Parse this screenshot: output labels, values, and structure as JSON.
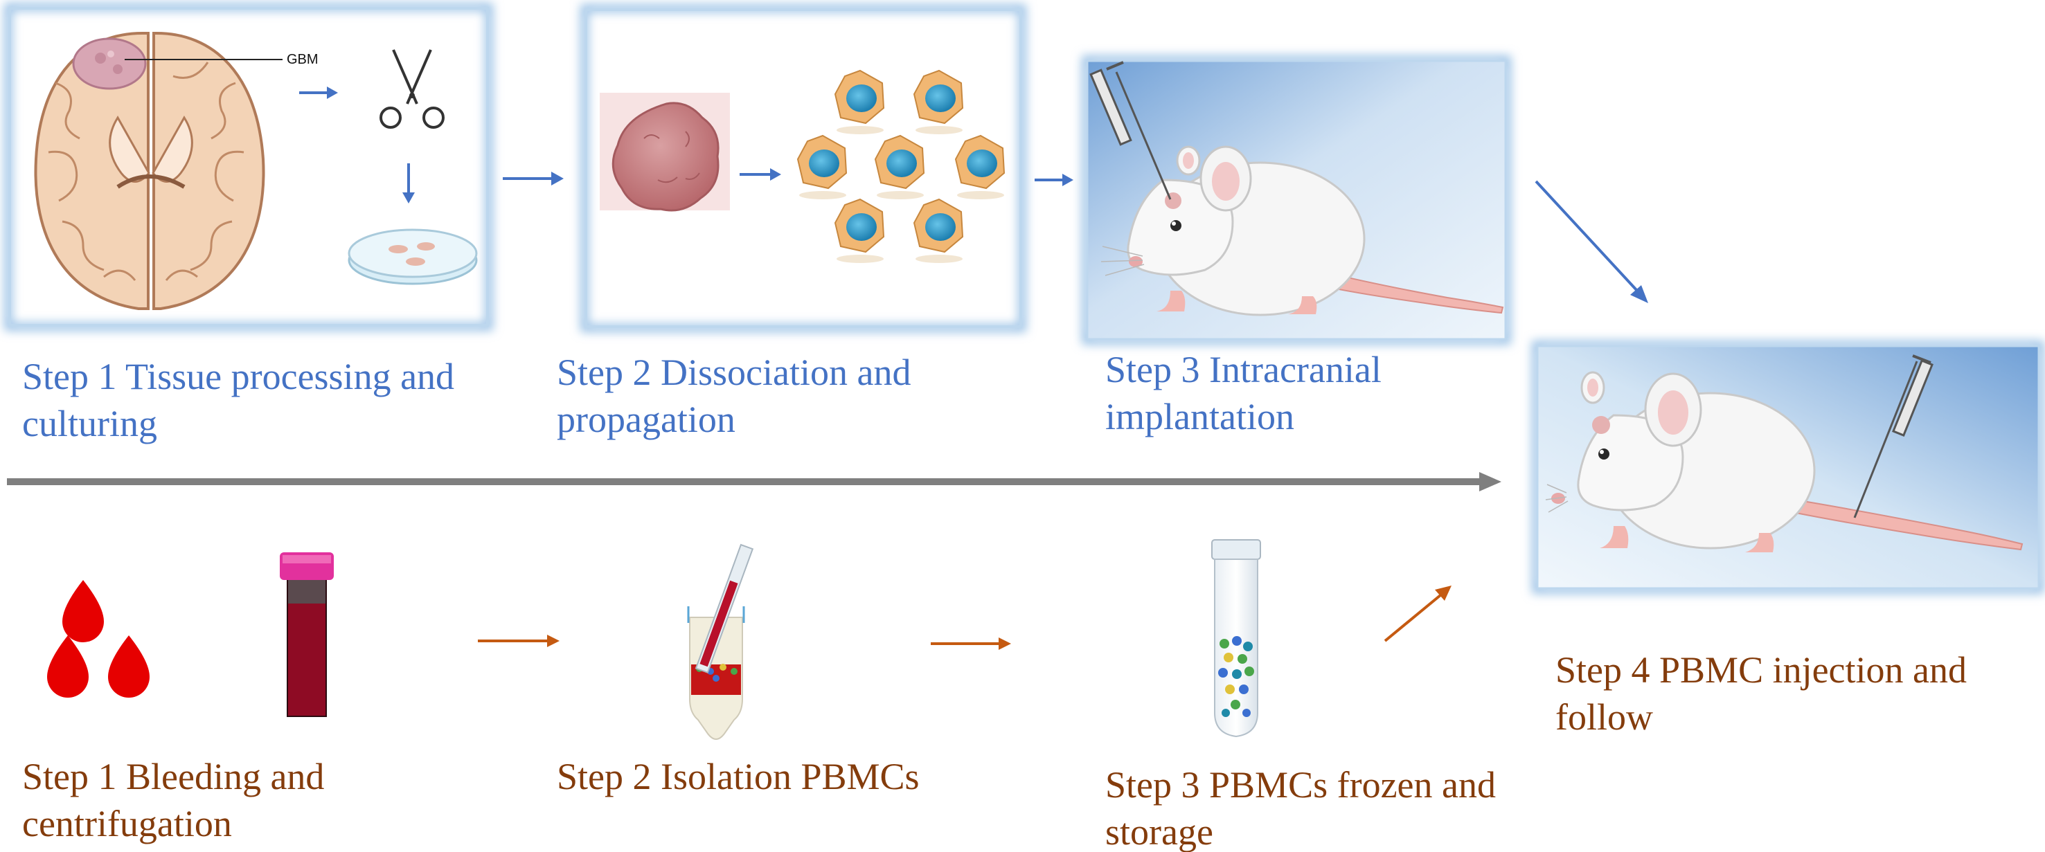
{
  "labels": {
    "gbm": "GBM"
  },
  "tumor_workflow": {
    "step1": {
      "line1": "Step 1 Tissue processing and",
      "line2": "culturing"
    },
    "step2": {
      "line1": "Step 2 Dissociation and",
      "line2": "propagation"
    },
    "step3": {
      "line1": "Step 3 Intracranial",
      "line2": "implantation"
    }
  },
  "blood_workflow": {
    "step1": {
      "line1": "Step 1 Bleeding and",
      "line2": "centrifugation"
    },
    "step2": {
      "line1": "Step 2 Isolation PBMCs"
    },
    "step3": {
      "line1": "Step 3 PBMCs frozen and",
      "line2": "storage"
    }
  },
  "final_step": {
    "line1": "Step 4 PBMC injection and",
    "line2": "follow"
  },
  "colors": {
    "tumor_text": "#4472c4",
    "blood_text": "#843c0c",
    "tumor_arrow": "#4472c4",
    "blood_arrow": "#c55a11",
    "timeline": "#7f7f7f",
    "panel_glow": "#9dc3e6"
  }
}
